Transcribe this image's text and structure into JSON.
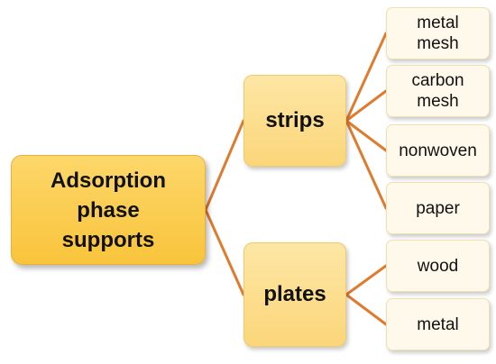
{
  "diagram": {
    "root": {
      "label": "Adsorption\nphase\nsupports"
    },
    "branches": [
      {
        "label": "strips",
        "children": [
          "metal\nmesh",
          "carbon\nmesh",
          "nonwoven",
          "paper"
        ]
      },
      {
        "label": "plates",
        "children": [
          "wood",
          "metal"
        ]
      }
    ],
    "connector_color": "#e07b2e"
  }
}
